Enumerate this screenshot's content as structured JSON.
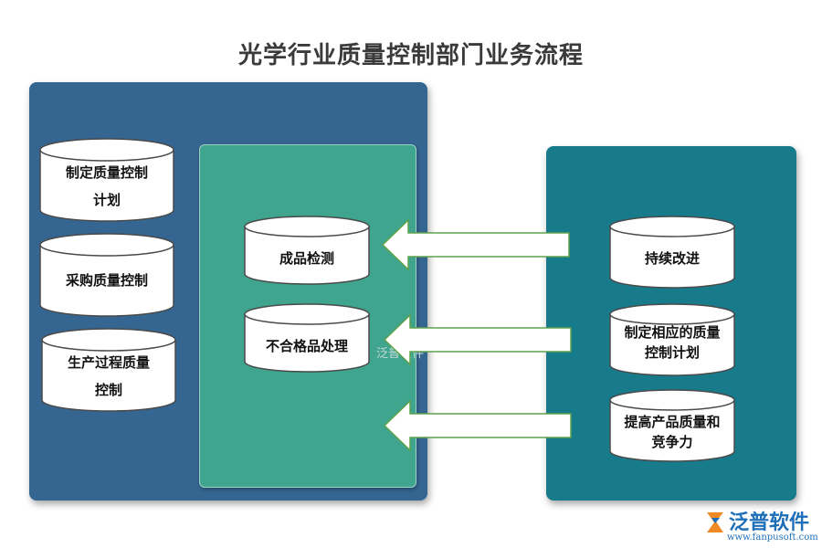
{
  "title": "光学行业质量控制部门业务流程",
  "left_group": {
    "items": [
      {
        "line1": "制定质量控制",
        "line2": "计划"
      },
      {
        "line1": "采购质量控制",
        "line2": ""
      },
      {
        "line1": "生产过程质量",
        "line2": "控制"
      }
    ]
  },
  "middle_group": {
    "items": [
      {
        "line1": "成品检测",
        "line2": ""
      },
      {
        "line1": "不合格品处理",
        "line2": ""
      }
    ]
  },
  "right_group": {
    "items": [
      {
        "line1": "持续改进",
        "line2": ""
      },
      {
        "line1": "制定相应的质量",
        "line2": "控制计划"
      },
      {
        "line1": "提高产品质量和",
        "line2": "竞争力"
      }
    ]
  },
  "watermark": {
    "text": "泛普软件"
  },
  "logo": {
    "name": "泛普软件",
    "url": "www.fanpusoft.com"
  },
  "colors": {
    "left_panel": "#356692",
    "middle_panel": "#3fa58f",
    "right_panel": "#177b8c",
    "cylinder_fill": "#ffffff",
    "cylinder_stroke": "#4a4a4a",
    "arrow_fill": "#ffffff",
    "arrow_stroke": "#5fa24a",
    "title_text": "#3a3a3a",
    "logo_text": "#1e6fb8"
  }
}
